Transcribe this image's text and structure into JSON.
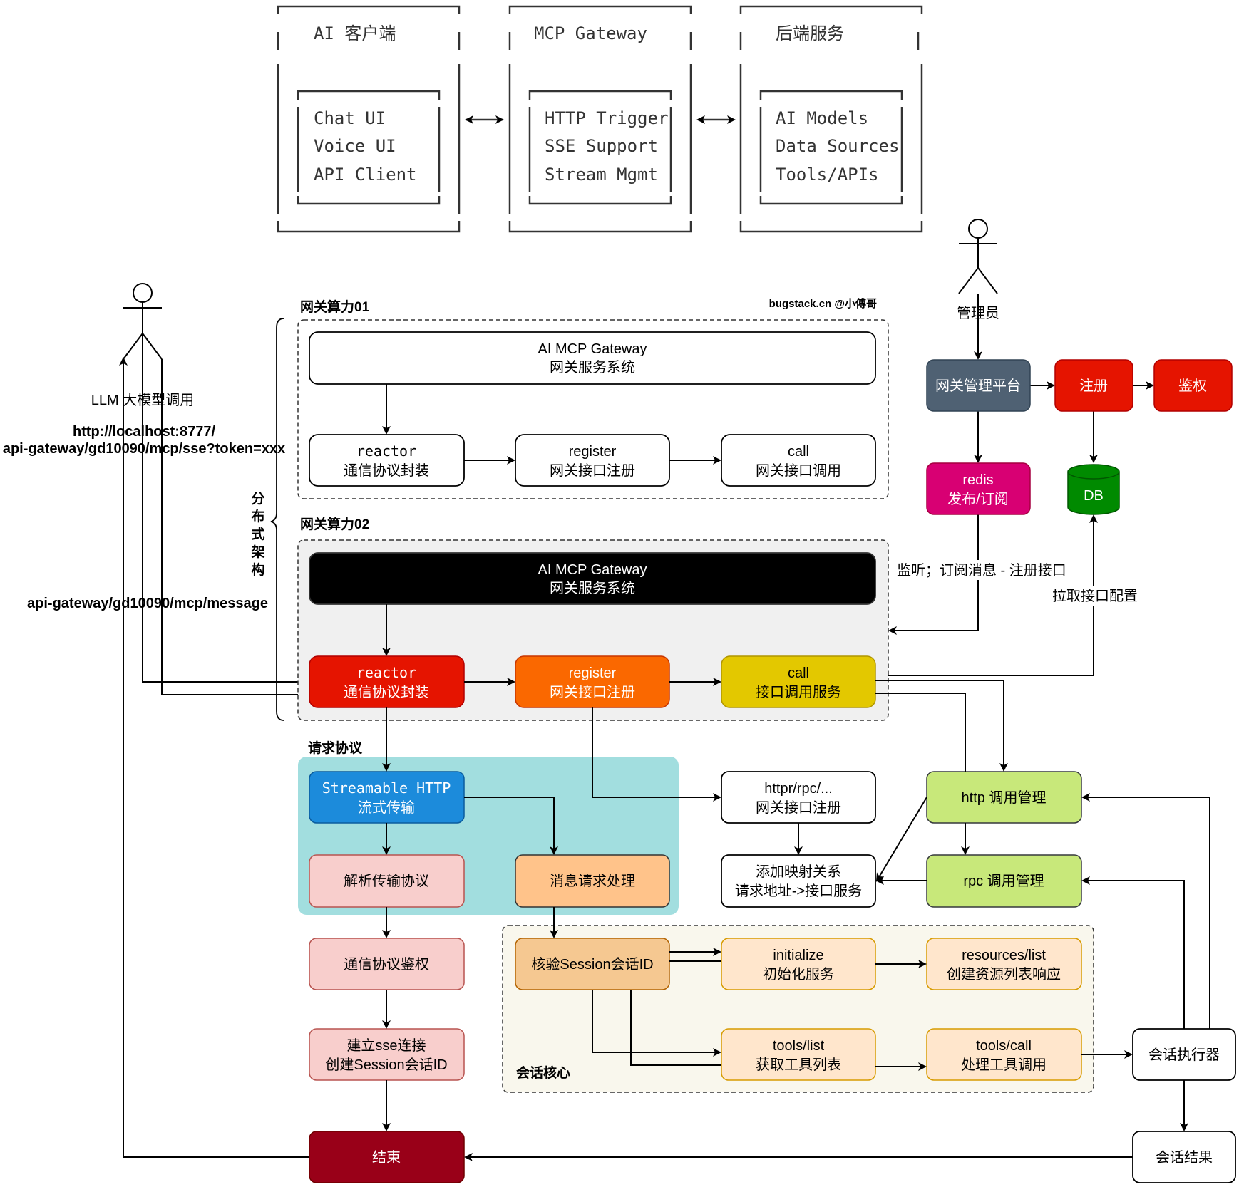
{
  "ascii_overview": {
    "columns": [
      {
        "title": "AI 客户端",
        "items": [
          "Chat UI",
          "Voice UI",
          "API Client"
        ]
      },
      {
        "title": "MCP Gateway",
        "items": [
          "HTTP Trigger",
          "SSE Support",
          "Stream Mgmt"
        ]
      },
      {
        "title": "后端服务",
        "items": [
          "AI Models",
          "Data Sources",
          "Tools/APIs"
        ]
      }
    ],
    "connector": "↔"
  },
  "actors": {
    "llm_user": {
      "label": ""
    },
    "admin": {
      "label": "管理员"
    }
  },
  "left_labels": {
    "llm_call": "LLM 大模型调用",
    "sse_url_line1": "http://localhost:8777/",
    "sse_url_line2": "api-gateway/gd10090/mcp/sse?token=xxx",
    "message_url": "api-gateway/gd10090/mcp/message",
    "distributed": [
      "分",
      "布",
      "式",
      "架",
      "构"
    ]
  },
  "watermark": "bugstack.cn @小傅哥",
  "gateway01": {
    "title": "网关算力01",
    "system": {
      "line1": "AI MCP Gateway",
      "line2": "网关服务系统"
    },
    "reactor": {
      "line1": "reactor",
      "line2": "通信协议封装"
    },
    "register": {
      "line1": "register",
      "line2": "网关接口注册"
    },
    "call": {
      "line1": "call",
      "line2": "网关接口调用"
    }
  },
  "gateway02": {
    "title": "网关算力02",
    "system": {
      "line1": "AI MCP Gateway",
      "line2": "网关服务系统"
    },
    "reactor": {
      "line1": "reactor",
      "line2": "通信协议封装"
    },
    "register": {
      "line1": "register",
      "line2": "网关接口注册"
    },
    "call": {
      "line1": "call",
      "line2": "接口调用服务"
    }
  },
  "admin_flow": {
    "platform": "网关管理平台",
    "register": "注册",
    "auth": "鉴权",
    "redis": {
      "line1": "redis",
      "line2": "发布/订阅"
    },
    "db": "DB",
    "listen_label": "监听；订阅消息 - 注册接口",
    "pull_label": "拉取接口配置"
  },
  "request_protocol": {
    "title": "请求协议",
    "streamable": {
      "line1": "Streamable HTTP",
      "line2": "流式传输"
    },
    "parse": "解析传输协议",
    "message": "消息请求处理"
  },
  "left_chain": {
    "auth": "通信协议鉴权",
    "sse": {
      "line1": "建立sse连接",
      "line2": "创建Session会话ID"
    },
    "end": "结束"
  },
  "registration": {
    "register_box": {
      "line1": "httpr/rpc/...",
      "line2": "网关接口注册"
    },
    "mapping_box": {
      "line1": "添加映射关系",
      "line2": "请求地址->接口服务"
    },
    "http_mgmt": "http 调用管理",
    "rpc_mgmt": "rpc 调用管理"
  },
  "session_core": {
    "title": "会话核心",
    "verify": "核验Session会话ID",
    "initialize": {
      "line1": "initialize",
      "line2": "初始化服务"
    },
    "resources": {
      "line1": "resources/list",
      "line2": "创建资源列表响应"
    },
    "tools_list": {
      "line1": "tools/list",
      "line2": "获取工具列表"
    },
    "tools_call": {
      "line1": "tools/call",
      "line2": "处理工具调用"
    }
  },
  "session_exec": {
    "executor": "会话执行器",
    "result": "会话结果"
  },
  "colors": {
    "reactor_red": "#e51400",
    "register_orange": "#fa6800",
    "call_yellow": "#e3c800",
    "platform_slate": "#4f6173",
    "auth_red": "#e51400",
    "redis_magenta": "#d80073",
    "db_green": "#008a00",
    "teal_panel": "#a2dedf",
    "stream_blue": "#1c8bdb",
    "pink": "#f8cecc",
    "peach": "#ffcc99",
    "light_peach": "#ffe6cc",
    "lime": "#cdeb8b",
    "end_maroon": "#990018",
    "gateway02_bg": "#f0f0f0",
    "session_bg": "#f9f7ed"
  }
}
